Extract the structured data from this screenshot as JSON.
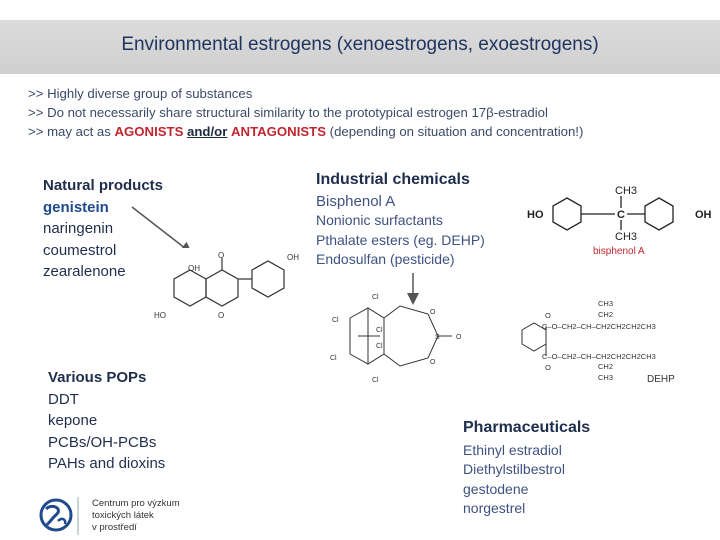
{
  "title": "Environmental estrogens (xenoestrogens, exoestrogens)",
  "bullets": {
    "b1": ">> Highly diverse group of substances",
    "b2": ">> Do not necessarily share structural similarity to the prototypical estrogen 17β-estradiol",
    "b3_pre": ">> may act as ",
    "b3_agonists": "AGONISTS",
    "b3_andor": "and/or",
    "b3_antagonists": "ANTAGONISTS",
    "b3_post": " (depending on situation and concentration!)"
  },
  "natural": {
    "heading": "Natural products",
    "items": [
      "genistein",
      "naringenin",
      "coumestrol",
      "zearalenone"
    ]
  },
  "industrial": {
    "heading": "Industrial chemicals",
    "items": [
      "Bisphenol A",
      "Nonionic surfactants",
      "Pthalate esters (eg. DEHP)",
      "Endosulfan"
    ],
    "endosulfan_note": " (pesticide)"
  },
  "pops": {
    "heading": "Various POPs",
    "items": [
      "DDT",
      "kepone",
      "PCBs/OH-PCBs",
      "PAHs and dioxins"
    ]
  },
  "pharma": {
    "heading": "Pharmaceuticals",
    "items": [
      "Ethinyl estradiol",
      "Diethylstilbestrol",
      "gestodene",
      "norgestrel"
    ]
  },
  "structures": {
    "genistein_labels": [
      "OH",
      "O",
      "OH",
      "HO",
      "O"
    ],
    "bpa_labels": [
      "CH3",
      "HO",
      "C",
      "OH",
      "CH3"
    ],
    "bpa_name": "bisphenol A",
    "endosulfan_labels": [
      "Cl",
      "Cl",
      "Cl",
      "Cl",
      "Cl",
      "Cl",
      "O",
      "O",
      "S",
      "O"
    ],
    "dehp_labels": [
      "CH3",
      "CH2",
      "C–O–CH2–CH–CH2CH2CH2CH3",
      "C–O–CH2–CH–CH2CH2CH2CH3",
      "CH2",
      "CH3",
      "O",
      "O"
    ],
    "dehp_name": "DEHP"
  },
  "logo": {
    "line1": "Centrum pro výzkum",
    "line2": "toxických látek",
    "line3": "v prostředí"
  },
  "colors": {
    "accent_red": "#c0262e",
    "accent_blue": "#1f4a8c",
    "title_bar": "#d4d4d4"
  }
}
